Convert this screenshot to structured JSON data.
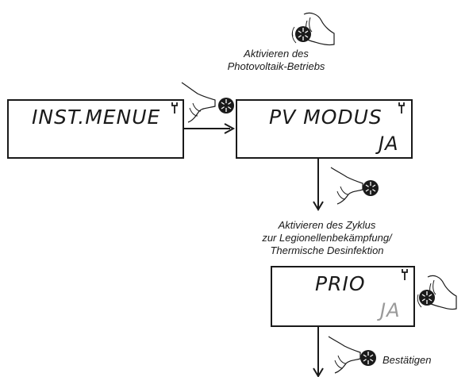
{
  "screens": {
    "inst_menue": {
      "line1": "INST.MENUE"
    },
    "pv_modus": {
      "line1": "PV MODUS",
      "line2": "JA"
    },
    "prio": {
      "line1": "PRIO",
      "line2": "JA"
    }
  },
  "captions": {
    "pv_activate": [
      "Aktivieren des",
      "Photovoltaik-Betriebs"
    ],
    "legionella_cycle": [
      "Aktivieren des Zyklus",
      "zur Legionellenbekämpfung/",
      "Thermische Desinfektion"
    ],
    "confirm": "Bestätigen"
  },
  "icons": {
    "wrench": "wrench-icon",
    "hand_knob": "hand-turning-knob-icon",
    "hand_press": "hand-pressing-knob-icon"
  },
  "colors": {
    "line": "#1a1a1a",
    "dim_text": "#9a9a9a"
  }
}
